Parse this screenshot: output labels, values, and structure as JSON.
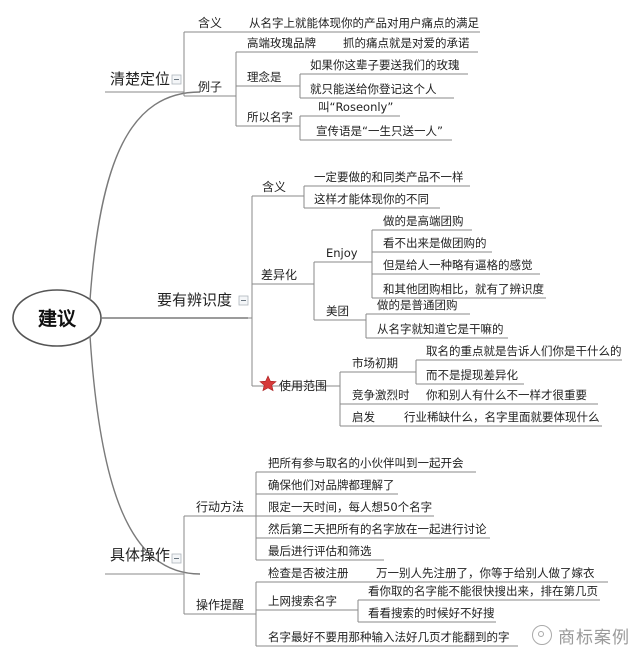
{
  "root": {
    "label": "建议"
  },
  "branches": [
    {
      "label": "清楚定位",
      "children": [
        {
          "label": "含义",
          "children": [
            {
              "label": "从名字上就能体现你的产品对用户痛点的满足"
            }
          ]
        },
        {
          "label": "例子",
          "children": [
            {
              "label": "高端玫瑰品牌",
              "children": [
                {
                  "label": "抓的痛点就是对爱的承诺"
                }
              ]
            },
            {
              "label": "理念是",
              "children": [
                {
                  "label": "如果你这辈子要送我们的玫瑰"
                },
                {
                  "label": "就只能送给你登记这个人"
                }
              ]
            },
            {
              "label": "所以名字",
              "children": [
                {
                  "label": "叫“Roseonly”"
                },
                {
                  "label": "宣传语是“一生只送一人”"
                }
              ]
            }
          ]
        }
      ]
    },
    {
      "label": "要有辨识度",
      "children": [
        {
          "label": "含义",
          "children": [
            {
              "label": "一定要做的和同类产品不一样"
            },
            {
              "label": "这样才能体现你的不同"
            }
          ]
        },
        {
          "label": "差异化",
          "children": [
            {
              "label": "Enjoy",
              "children": [
                {
                  "label": "做的是高端团购"
                },
                {
                  "label": "看不出来是做团购的"
                },
                {
                  "label": "但是给人一种略有逼格的感觉"
                },
                {
                  "label": "和其他团购相比，就有了辨识度"
                }
              ]
            },
            {
              "label": "美团",
              "children": [
                {
                  "label": "做的是普通团购"
                },
                {
                  "label": "从名字就知道它是干嘛的"
                }
              ]
            }
          ]
        },
        {
          "label": "使用范围",
          "icon": "red-star-icon",
          "children": [
            {
              "label": "市场初期",
              "children": [
                {
                  "label": "取名的重点就是告诉人们你是干什么的"
                },
                {
                  "label": "而不是提现差异化"
                }
              ]
            },
            {
              "label": "竞争激烈时",
              "children": [
                {
                  "label": "你和别人有什么不一样才很重要"
                }
              ]
            },
            {
              "label": "启发",
              "children": [
                {
                  "label": "行业稀缺什么，名字里面就要体现什么"
                }
              ]
            }
          ]
        }
      ]
    },
    {
      "label": "具体操作",
      "children": [
        {
          "label": "行动方法",
          "children": [
            {
              "label": "把所有参与取名的小伙伴叫到一起开会"
            },
            {
              "label": "确保他们对品牌都理解了"
            },
            {
              "label": "限定一天时间，每人想50个名字"
            },
            {
              "label": "然后第二天把所有的名字放在一起进行讨论"
            },
            {
              "label": "最后进行评估和筛选"
            }
          ]
        },
        {
          "label": "操作提醒",
          "children": [
            {
              "label": "检查是否被注册",
              "children": [
                {
                  "label": "万一别人先注册了，你等于给别人做了嫁衣"
                }
              ]
            },
            {
              "label": "上网搜索名字",
              "children": [
                {
                  "label": "看你取的名字能不能很快搜出来，排在第几页"
                },
                {
                  "label": "看看搜索的时候好不好搜"
                }
              ]
            },
            {
              "label": "名字最好不要用那种输入法好几页才能翻到的字"
            }
          ]
        }
      ]
    }
  ],
  "watermark": {
    "text": "商标案例",
    "icon": "wechat-icon"
  },
  "colors": {
    "line": "#8a8a8a",
    "star": "#d63a3a",
    "text": "#222222"
  }
}
